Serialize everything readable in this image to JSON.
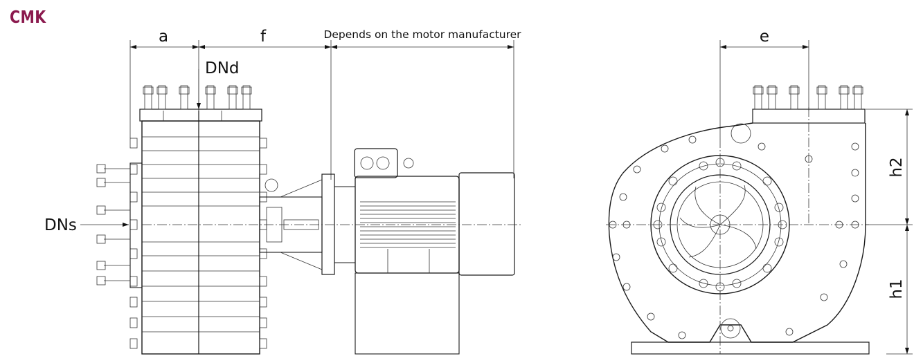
{
  "title": "CMK",
  "accent_color": "#8b1a4e",
  "labels": {
    "a": "a",
    "f": "f",
    "motor_note": "Depends on the motor manufacturer",
    "dnd": "DNd",
    "dns": "DNs",
    "e": "e",
    "h2": "h2",
    "h1": "h1"
  }
}
